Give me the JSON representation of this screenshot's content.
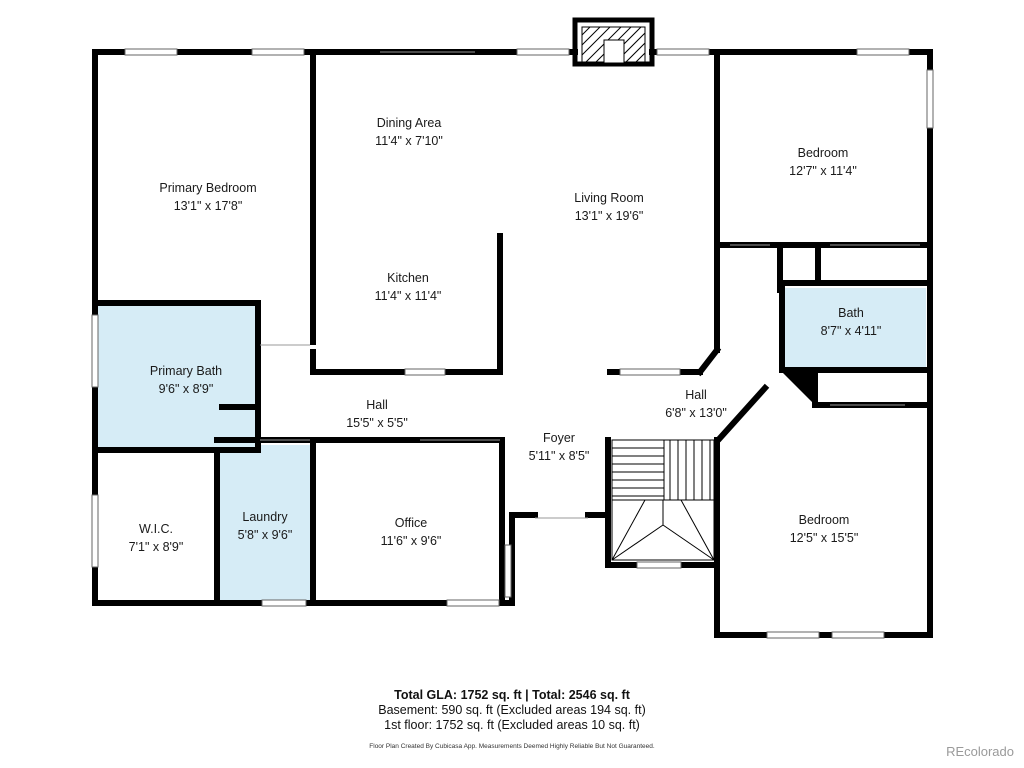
{
  "colors": {
    "wall": "#000000",
    "wet_area": "#d6ecf6",
    "window": "#ffffff",
    "text": "#1a1a1a",
    "brand": "#9a9a9a"
  },
  "rooms": {
    "primary_bedroom": {
      "name": "Primary Bedroom",
      "dims": "13'1\" x 17'8\""
    },
    "dining_area": {
      "name": "Dining Area",
      "dims": "11'4\" x 7'10\""
    },
    "living_room": {
      "name": "Living Room",
      "dims": "13'1\" x 19'6\""
    },
    "bedroom_upper": {
      "name": "Bedroom",
      "dims": "12'7\" x 11'4\""
    },
    "kitchen": {
      "name": "Kitchen",
      "dims": "11'4\" x 11'4\""
    },
    "bath": {
      "name": "Bath",
      "dims": "8'7\" x 4'11\""
    },
    "primary_bath": {
      "name": "Primary Bath",
      "dims": "9'6\" x 8'9\""
    },
    "hall_left": {
      "name": "Hall",
      "dims": "15'5\" x 5'5\""
    },
    "hall_right": {
      "name": "Hall",
      "dims": "6'8\" x 13'0\""
    },
    "foyer": {
      "name": "Foyer",
      "dims": "5'11\" x 8'5\""
    },
    "wic": {
      "name": "W.I.C.",
      "dims": "7'1\" x 8'9\""
    },
    "laundry": {
      "name": "Laundry",
      "dims": "5'8\" x 9'6\""
    },
    "office": {
      "name": "Office",
      "dims": "11'6\" x 9'6\""
    },
    "bedroom_lower": {
      "name": "Bedroom",
      "dims": "12'5\" x 15'5\""
    }
  },
  "summary": {
    "total": "Total GLA: 1752 sq. ft | Total: 2546 sq. ft",
    "basement": "Basement: 590 sq. ft (Excluded areas 194 sq. ft)",
    "first_floor": "1st floor: 1752 sq. ft (Excluded areas 10 sq. ft)"
  },
  "disclaimer": "Floor Plan Created By Cubicasa App. Measurements Deemed Highly Reliable But Not Guaranteed.",
  "brand": "REcolorado"
}
